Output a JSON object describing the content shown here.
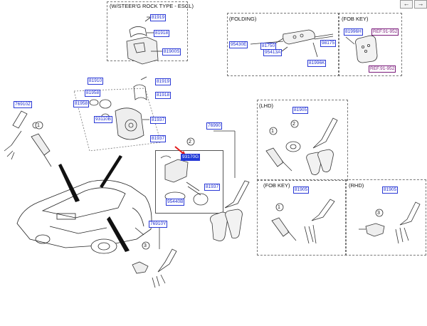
{
  "nav": {
    "prev_icon": "arrow-left-icon",
    "next_icon": "arrow-right-icon"
  },
  "groups": {
    "escl": "(W/STEER'G ROCK TYPE - ESCL)",
    "folding": "(FOLDING)",
    "fob_key_top": "(FOB KEY)",
    "lhd": "(LHD)",
    "fob_key": "(FOB KEY)",
    "rhd": "(RHD)"
  },
  "callouts": {
    "c1": "1",
    "c2": "2",
    "c3": "3",
    "lhd1": "1",
    "lhd2": "2",
    "fob1": "1",
    "rhd3": "3"
  },
  "parts": {
    "p81919a": "81919",
    "p81918a": "81918",
    "p81900": "81900S",
    "p95430": "95430E",
    "p81750": "81750",
    "p95413": "95413A",
    "p98175": "98175",
    "p81996k": "81996K",
    "p81996h": "81996H",
    "ref1": "REF.91-952",
    "ref2": "REF.91-952",
    "p81910": "81910",
    "p81919b": "81919",
    "p81958a": "81958",
    "p81918b": "81918",
    "p81958b": "81958",
    "p93110": "93110B",
    "p81937a": "81937",
    "p81937b": "81937",
    "p76910": "76910Z",
    "p76990": "76990",
    "p93170": "93170G",
    "p81937c": "81937",
    "p95440": "95440B",
    "p76910y": "76910Y",
    "p81905a": "81905",
    "p81905b": "81905",
    "p81905c": "81905"
  },
  "colors": {
    "label_blue": "#1b2bd0",
    "ref_purple": "#7a1a7a",
    "selected": "#1f3bd8",
    "arrow_red": "#e21b1b"
  }
}
